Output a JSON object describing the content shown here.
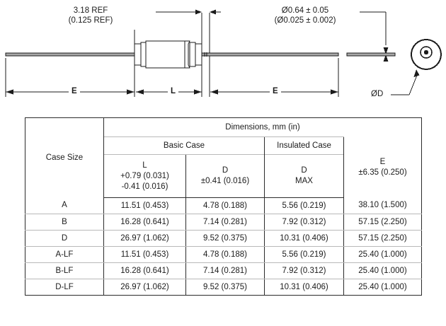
{
  "drawing": {
    "ref_dimension": {
      "mm": "3.18 REF",
      "inch": "(0.125 REF)"
    },
    "lead_diameter": {
      "mm": "Ø0.64 ± 0.05",
      "inch": "(Ø0.025 ± 0.002)"
    },
    "labels": {
      "e_left": "E",
      "l": "L",
      "e_right": "E",
      "od": "ØD"
    },
    "colors": {
      "line": "#1b1b1b",
      "lead_fill": "#a8a8a8",
      "body_fill": "#ffffff"
    }
  },
  "table": {
    "title": "Dimensions, mm (in)",
    "case_size_header": "Case Size",
    "groups": [
      {
        "label": "Basic Case",
        "colspan": 2
      },
      {
        "label": "Insulated Case",
        "colspan": 1
      }
    ],
    "columns": [
      {
        "symbol": "L",
        "tolerance_line1": "+0.79 (0.031)",
        "tolerance_line2": "-0.41 (0.016)"
      },
      {
        "symbol": "D",
        "tolerance_line1": "±0.41 (0.016)",
        "tolerance_line2": ""
      },
      {
        "symbol": "D",
        "tolerance_line1": "MAX",
        "tolerance_line2": ""
      },
      {
        "symbol": "E",
        "tolerance_line1": "±6.35 (0.250)",
        "tolerance_line2": ""
      }
    ],
    "rows": [
      {
        "case_size": "A",
        "basic_L": "11.51 (0.453)",
        "basic_D": "4.78 (0.188)",
        "insulated_D": "5.56 (0.219)",
        "E": "38.10 (1.500)"
      },
      {
        "case_size": "B",
        "basic_L": "16.28 (0.641)",
        "basic_D": "7.14 (0.281)",
        "insulated_D": "7.92 (0.312)",
        "E": "57.15 (2.250)"
      },
      {
        "case_size": "D",
        "basic_L": "26.97 (1.062)",
        "basic_D": "9.52 (0.375)",
        "insulated_D": "10.31 (0.406)",
        "E": "57.15 (2.250)"
      },
      {
        "case_size": "A-LF",
        "basic_L": "11.51 (0.453)",
        "basic_D": "4.78 (0.188)",
        "insulated_D": "5.56 (0.219)",
        "E": "25.40 (1.000)"
      },
      {
        "case_size": "B-LF",
        "basic_L": "16.28 (0.641)",
        "basic_D": "7.14 (0.281)",
        "insulated_D": "7.92 (0.312)",
        "E": "25.40 (1.000)"
      },
      {
        "case_size": "D-LF",
        "basic_L": "26.97 (1.062)",
        "basic_D": "9.52 (0.375)",
        "insulated_D": "10.31 (0.406)",
        "E": "25.40 (1.000)"
      }
    ]
  }
}
